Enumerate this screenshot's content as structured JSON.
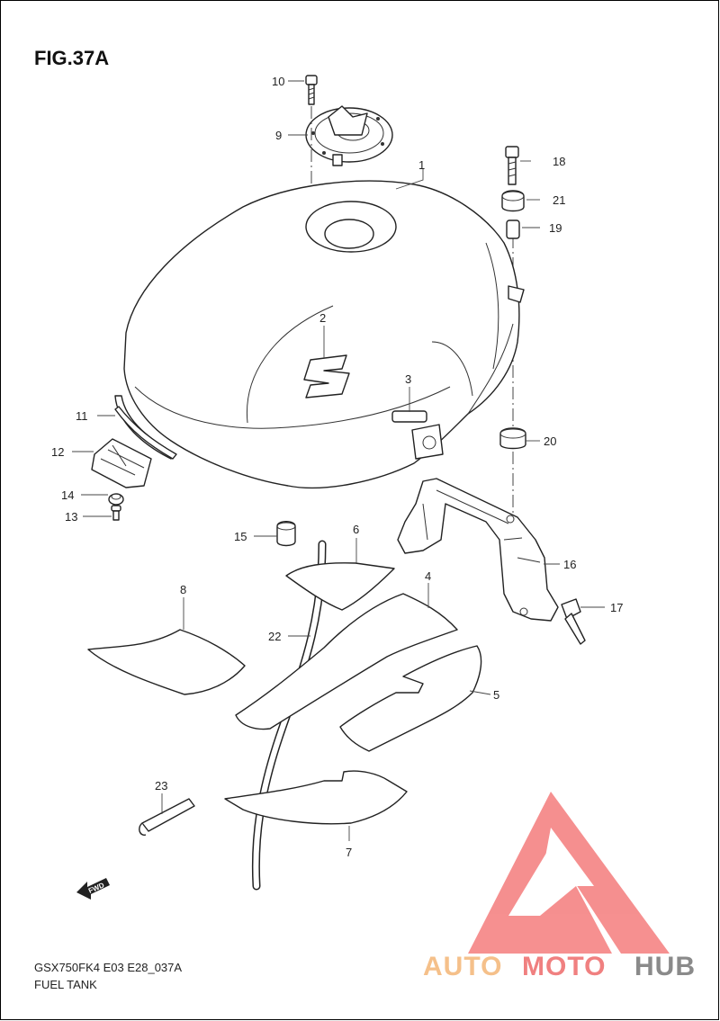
{
  "figure": {
    "title": "FIG.37A",
    "code": "GSX750FK4 E03 E28_037A",
    "caption": "FUEL TANK"
  },
  "fwd_badge": "FWD",
  "watermark": {
    "parts": [
      "AUTO",
      "MOTO",
      "HUB"
    ],
    "colors": [
      "#f5c08a",
      "#f08080",
      "#8a8a8a"
    ],
    "logo_color": "#f47c7c"
  },
  "callouts": [
    "1",
    "2",
    "3",
    "4",
    "5",
    "6",
    "7",
    "8",
    "9",
    "10",
    "11",
    "12",
    "13",
    "14",
    "15",
    "16",
    "17",
    "18",
    "19",
    "20",
    "21",
    "22",
    "23"
  ]
}
